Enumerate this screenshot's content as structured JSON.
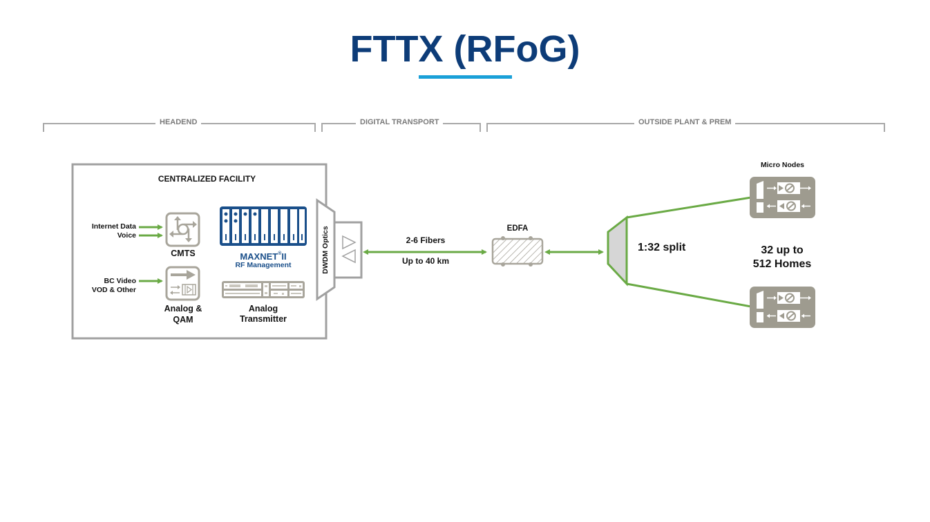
{
  "title": "FTTX (RFoG)",
  "colors": {
    "title": "#0d3c78",
    "accent_underline": "#1aa0d8",
    "link_green": "#6aaa45",
    "equipment_gray": "#a8a59b",
    "node_gray": "#9e9b8f",
    "maxnet_blue": "#1a4f8a",
    "frame_gray": "#a0a0a0"
  },
  "sections": [
    {
      "label": "HEADEND"
    },
    {
      "label": "DIGITAL TRANSPORT"
    },
    {
      "label": "OUTSIDE PLANT & PREM"
    }
  ],
  "headend": {
    "facility_title": "CENTRALIZED FACILITY",
    "inputs": [
      {
        "label": "Internet Data"
      },
      {
        "label": "Voice"
      },
      {
        "label": "BC Video"
      },
      {
        "label": "VOD & Other"
      }
    ],
    "cmts_label": "CMTS",
    "analog_qam_label_1": "Analog &",
    "analog_qam_label_2": "QAM",
    "maxnet_brand": "MAXNET",
    "maxnet_brand_suffix": "II",
    "maxnet_sub": "RF Management",
    "transmitter_label_1": "Analog",
    "transmitter_label_2": "Transmitter",
    "dwdm_label": "DWDM Optics"
  },
  "transport": {
    "fibers_label": "2-6 Fibers",
    "distance_label": "Up to 40 km",
    "edfa_label": "EDFA"
  },
  "outside_plant": {
    "split_label": "1:32 split",
    "micro_nodes_label": "Micro Nodes",
    "homes_label_1": "32 up to",
    "homes_label_2": "512 Homes",
    "node_count": 2
  }
}
